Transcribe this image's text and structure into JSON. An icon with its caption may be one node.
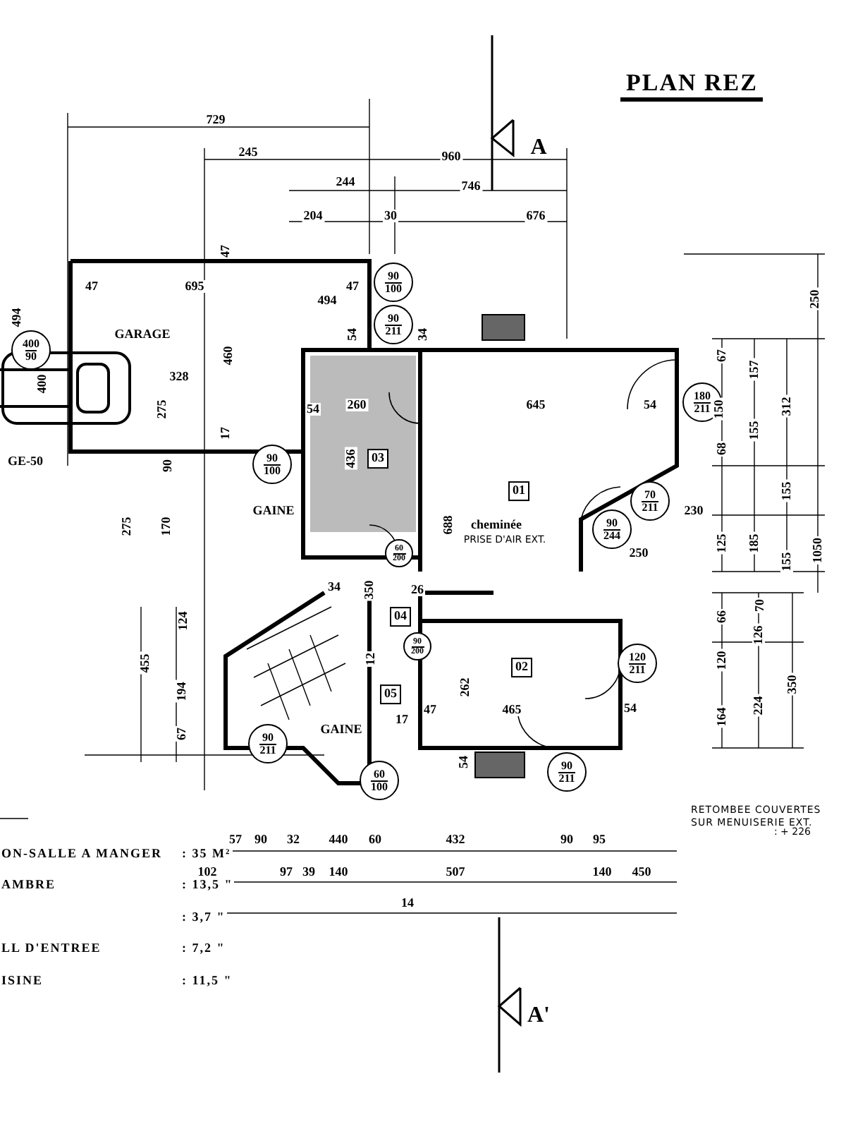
{
  "diagram": {
    "title": "PLAN REZ",
    "nodes": [
      {
        "text": [
          "90",
          "100"
        ]
      },
      {
        "text": [
          "90",
          "211"
        ]
      },
      {
        "text": [
          "400",
          "90"
        ]
      },
      {
        "text": [
          "180",
          "211"
        ]
      },
      {
        "text": [
          "03"
        ]
      },
      {
        "text": [
          "90",
          "100"
        ]
      },
      {
        "text": [
          "01"
        ]
      },
      {
        "text": [
          "70",
          "211"
        ]
      },
      {
        "text": [
          "90",
          "244"
        ]
      },
      {
        "text": [
          "60",
          "200"
        ]
      },
      {
        "text": [
          "04"
        ]
      },
      {
        "text": [
          "90",
          "200"
        ]
      },
      {
        "text": [
          "05"
        ]
      },
      {
        "text": [
          "02"
        ]
      },
      {
        "text": [
          "120",
          "211"
        ]
      },
      {
        "text": [
          "90",
          "211"
        ]
      },
      {
        "text": [
          "90",
          "211"
        ]
      },
      {
        "text": [
          "60",
          "100"
        ]
      }
    ],
    "labels": [
      "A",
      "729",
      "245",
      "960",
      "244",
      "746",
      "204",
      "30",
      "676",
      "47",
      "250",
      "47",
      "695",
      "47",
      "494",
      "494",
      "GARAGE",
      "54",
      "34",
      "67",
      "157",
      "460",
      "328",
      "400",
      "275",
      "54",
      "260",
      "645",
      "54",
      "150",
      "312",
      "155",
      "GE-50",
      "17",
      "68",
      "90",
      "436",
      "155",
      "GAINE",
      "cheminée",
      "PRISE D'AIR EXT.",
      "250",
      "230",
      "275",
      "170",
      "688",
      "125",
      "185",
      "155",
      "1050",
      "34",
      "350",
      "26",
      "70",
      "66",
      "124",
      "126",
      "455",
      "12",
      "120",
      "194",
      "262",
      "350",
      "47",
      "465",
      "17",
      "54",
      "224",
      "164",
      "GAINE",
      "67",
      "54",
      "RETOMBEE COUVERTES SUR MENUISERIE EXT.",
      ": + 226",
      "57",
      "90",
      "32",
      "440",
      "60",
      "432",
      "90",
      "95",
      "102",
      "97",
      "39",
      "140",
      "507",
      "140",
      "450",
      "ON-SALLE A MANGER",
      ": 35 M²",
      "AMBRE",
      ": 13,5 \"",
      "14",
      ": 3,7 \"",
      "LL D'ENTREE",
      ": 7,2 \"",
      "ISINE",
      ": 11,5 \"",
      "A'"
    ]
  }
}
